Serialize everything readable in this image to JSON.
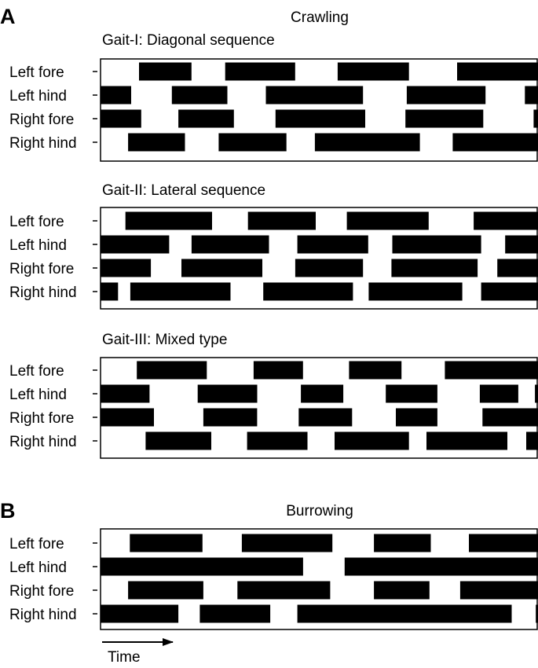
{
  "panel_a": {
    "letter": "A",
    "title": "Crawling",
    "gaits": [
      {
        "title": "Gait-I: Diagonal sequence",
        "rows": [
          {
            "label": "Left fore",
            "bars": [
              [
                0.088,
                0.208
              ],
              [
                0.285,
                0.445
              ],
              [
                0.542,
                0.705
              ],
              [
                0.815,
                1.0
              ]
            ]
          },
          {
            "label": "Left hind",
            "bars": [
              [
                0.0,
                0.07
              ],
              [
                0.163,
                0.29
              ],
              [
                0.378,
                0.6
              ],
              [
                0.7,
                0.88
              ],
              [
                0.97,
                1.0
              ]
            ]
          },
          {
            "label": "Right fore",
            "bars": [
              [
                0.0,
                0.093
              ],
              [
                0.178,
                0.305
              ],
              [
                0.4,
                0.605
              ],
              [
                0.697,
                0.875
              ],
              [
                0.99,
                1.0
              ]
            ]
          },
          {
            "label": "Right hind",
            "bars": [
              [
                0.063,
                0.193
              ],
              [
                0.27,
                0.425
              ],
              [
                0.49,
                0.73
              ],
              [
                0.805,
                1.0
              ]
            ]
          }
        ]
      },
      {
        "title": "Gait-II: Lateral sequence",
        "rows": [
          {
            "label": "Left fore",
            "bars": [
              [
                0.057,
                0.255
              ],
              [
                0.337,
                0.492
              ],
              [
                0.563,
                0.75
              ],
              [
                0.853,
                1.0
              ]
            ]
          },
          {
            "label": "Left hind",
            "bars": [
              [
                0.0,
                0.157
              ],
              [
                0.208,
                0.385
              ],
              [
                0.45,
                0.612
              ],
              [
                0.667,
                0.87
              ],
              [
                0.925,
                1.0
              ]
            ]
          },
          {
            "label": "Right fore",
            "bars": [
              [
                0.0,
                0.115
              ],
              [
                0.185,
                0.37
              ],
              [
                0.445,
                0.6
              ],
              [
                0.665,
                0.862
              ],
              [
                0.907,
                1.0
              ]
            ]
          },
          {
            "label": "Right hind",
            "bars": [
              [
                0.0,
                0.04
              ],
              [
                0.068,
                0.297
              ],
              [
                0.372,
                0.577
              ],
              [
                0.613,
                0.827
              ],
              [
                0.87,
                1.0
              ]
            ]
          }
        ]
      },
      {
        "title": "Gait-III: Mixed type",
        "rows": [
          {
            "label": "Left fore",
            "bars": [
              [
                0.083,
                0.243
              ],
              [
                0.35,
                0.463
              ],
              [
                0.568,
                0.688
              ],
              [
                0.787,
                1.0
              ]
            ]
          },
          {
            "label": "Left hind",
            "bars": [
              [
                0.0,
                0.112
              ],
              [
                0.222,
                0.358
              ],
              [
                0.458,
                0.555
              ],
              [
                0.652,
                0.77
              ],
              [
                0.867,
                0.955
              ],
              [
                0.993,
                1.0
              ]
            ]
          },
          {
            "label": "Right fore",
            "bars": [
              [
                0.0,
                0.122
              ],
              [
                0.235,
                0.358
              ],
              [
                0.453,
                0.575
              ],
              [
                0.675,
                0.77
              ],
              [
                0.873,
                1.0
              ]
            ]
          },
          {
            "label": "Right hind",
            "bars": [
              [
                0.103,
                0.253
              ],
              [
                0.335,
                0.473
              ],
              [
                0.535,
                0.705
              ],
              [
                0.745,
                0.93
              ],
              [
                0.973,
                1.0
              ]
            ]
          }
        ]
      }
    ]
  },
  "panel_b": {
    "letter": "B",
    "title": "Burrowing",
    "gaits": [
      {
        "title": "",
        "rows": [
          {
            "label": "Left fore",
            "bars": [
              [
                0.067,
                0.233
              ],
              [
                0.323,
                0.53
              ],
              [
                0.625,
                0.755
              ],
              [
                0.842,
                1.0
              ]
            ]
          },
          {
            "label": "Left hind",
            "bars": [
              [
                0.0,
                0.463
              ],
              [
                0.558,
                1.0
              ]
            ]
          },
          {
            "label": "Right fore",
            "bars": [
              [
                0.063,
                0.235
              ],
              [
                0.313,
                0.525
              ],
              [
                0.625,
                0.752
              ],
              [
                0.822,
                1.0
              ]
            ]
          },
          {
            "label": "Right hind",
            "bars": [
              [
                0.0,
                0.178
              ],
              [
                0.227,
                0.388
              ],
              [
                0.45,
                0.94
              ],
              [
                0.995,
                1.0
              ]
            ]
          }
        ]
      }
    ]
  },
  "time_axis": {
    "label": "Time"
  }
}
